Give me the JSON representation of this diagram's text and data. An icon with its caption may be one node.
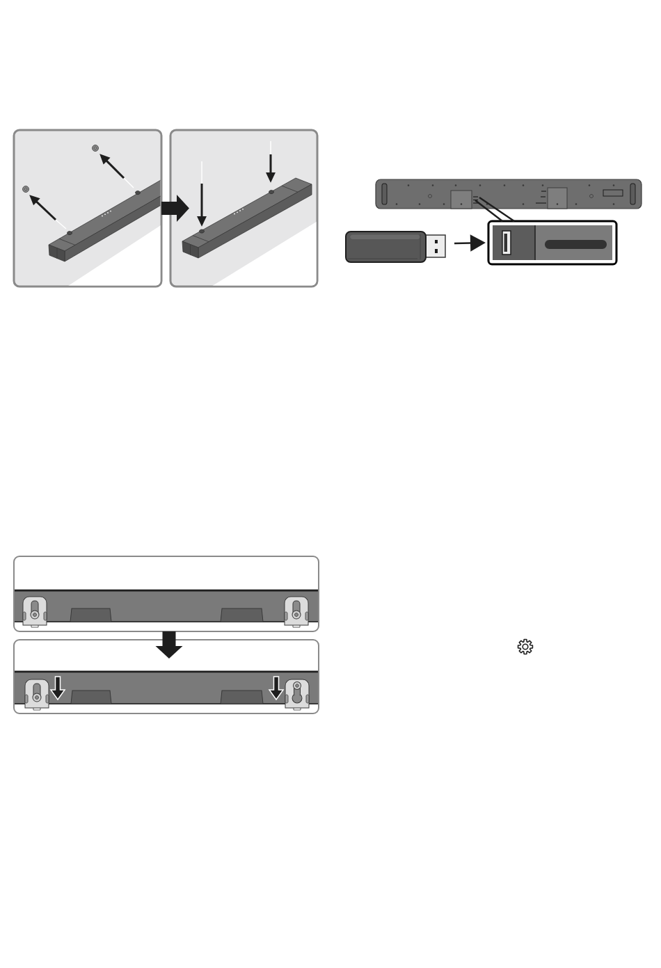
{
  "diagram": {
    "nodes": [
      {
        "text": [],
        "shape": "picture"
      },
      {
        "text": [],
        "shape": "picture"
      },
      {
        "text": [],
        "shape": "picture"
      },
      {
        "text": [],
        "shape": "picture"
      },
      {
        "text": [],
        "shape": "picture"
      },
      {
        "text": [],
        "shape": "picture"
      },
      {
        "text": [],
        "shape": "picture"
      }
    ],
    "edges": [
      {
        "from": 0,
        "to": 1,
        "arrow": "to",
        "style": "thick"
      },
      {
        "from": 3,
        "to": 4,
        "arrow": "to"
      },
      {
        "from": 2,
        "to": 4,
        "arrow": "none"
      },
      {
        "from": 5,
        "to": 6,
        "arrow": "to",
        "style": "thick"
      }
    ]
  }
}
